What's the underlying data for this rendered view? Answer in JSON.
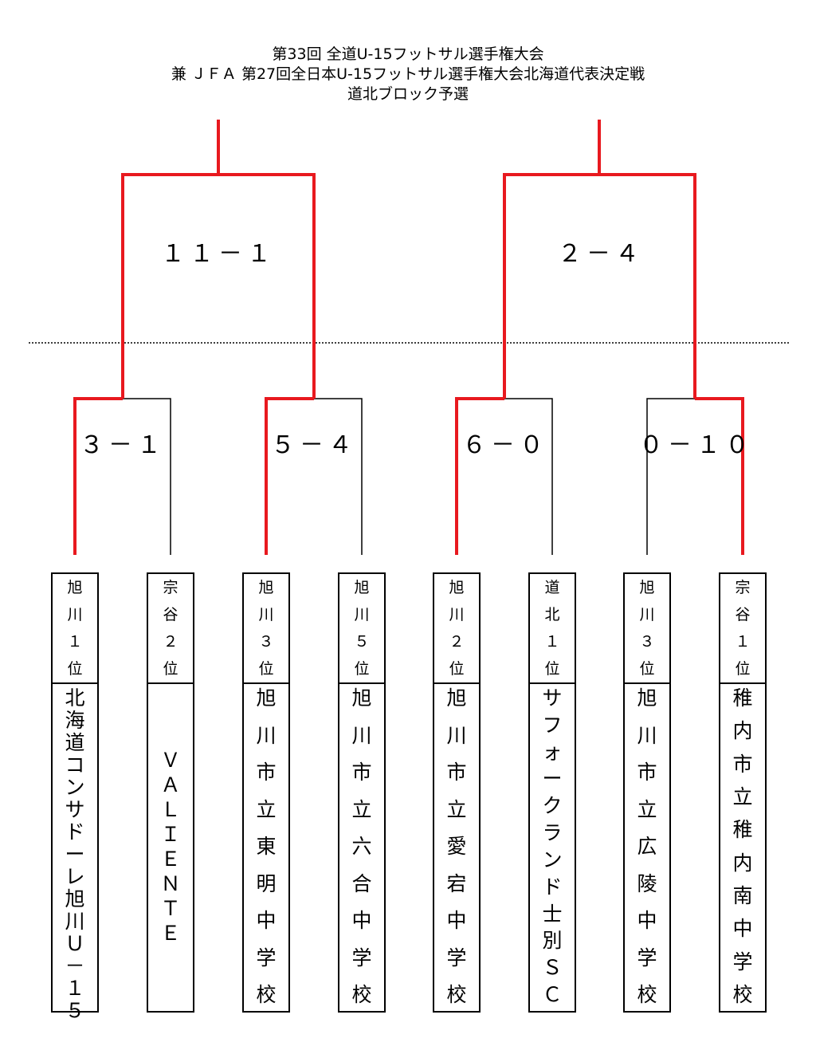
{
  "header": {
    "line1": "第33回 全道U-15フットサル選手権大会",
    "line2": "兼 ＪＦＡ 第27回全日本U-15フットサル選手権大会北海道代表決定戦",
    "line3": "道北ブロック予選"
  },
  "colors": {
    "win_line": "#e8191f",
    "line": "#000000",
    "separator": "#000000"
  },
  "semifinals": [
    {
      "score": "１１－１"
    },
    {
      "score": "２－４"
    }
  ],
  "quarterfinals": [
    {
      "score": "３－１"
    },
    {
      "score": "５－４"
    },
    {
      "score": "６－０"
    },
    {
      "score": "０－１０"
    }
  ],
  "teams": [
    {
      "seed": "旭川１位",
      "name": "北海道コンサドーレ旭川Ｕ－１５"
    },
    {
      "seed": "宗谷２位",
      "name": "ＶＡＬＩＥＮＴＥ"
    },
    {
      "seed": "旭川３位",
      "name": "旭川市立東明中学校"
    },
    {
      "seed": "旭川５位",
      "name": "旭川市立六合中学校"
    },
    {
      "seed": "旭川２位",
      "name": "旭川市立愛宕中学校"
    },
    {
      "seed": "道北１位",
      "name": "サフォークランド士別ＳＣ"
    },
    {
      "seed": "旭川３位",
      "name": "旭川市立広陵中学校"
    },
    {
      "seed": "宗谷１位",
      "name": "稚内市立稚内南中学校"
    }
  ]
}
